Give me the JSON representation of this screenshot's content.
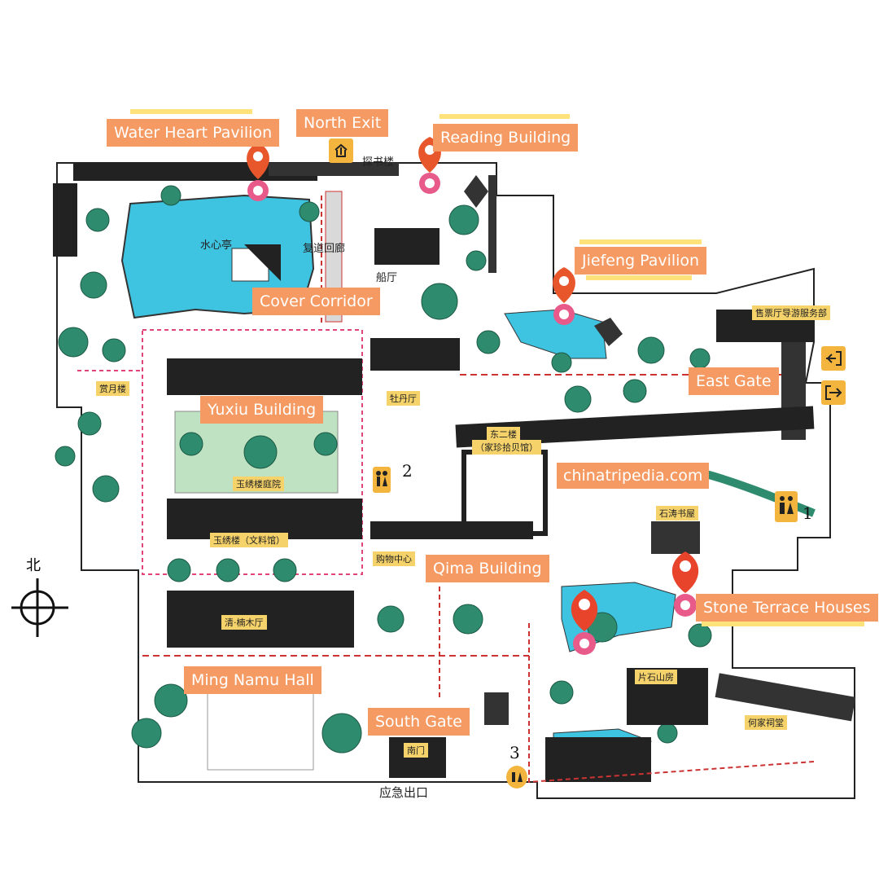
{
  "map": {
    "watermark": "chinatripedia.com",
    "labels": {
      "water_heart_pavilion": "Water Heart Pavilion",
      "north_exit": "North Exit",
      "reading_building": "Reading Building",
      "jiefeng_pavilion": "Jiefeng Pavilion",
      "cover_corridor": "Cover Corridor",
      "east_gate": "East Gate",
      "yuxiu_building": "Yuxiu Building",
      "qima_building": "Qima Building",
      "stone_terrace_houses": "Stone Terrace Houses",
      "ming_namu_hall": "Ming Namu Hall",
      "south_gate": "South Gate"
    },
    "chinese_labels": {
      "shuixin_ting": "水心亭",
      "fudao_huilang": "复道回廊",
      "chuan_ting": "船厅",
      "tanshu_lou": "探书楼",
      "shoupiao": "售票厅导游服务部",
      "mudan_ting": "牡丹厅",
      "hangyue_lou": "赏月楼",
      "yuxiu_courtyard": "玉绣楼庭院",
      "yuxiu_lou": "玉绣楼（文料馆）",
      "dong_er_lou": "东二楼",
      "jiazhen": "（家珍拾贝馆）",
      "gouwu": "购物中心",
      "shitao_shuwu": "石涛书屋",
      "qingnan_ting": "清·楠木厅",
      "pianshi_shanfang": "片石山房",
      "hejia_citang": "何家祠堂",
      "nanmen": "南门",
      "emergency_exit": "应急出口",
      "north_char": "北"
    },
    "numbers": [
      "1",
      "2",
      "3"
    ],
    "colors": {
      "label_bg": "#f59a62",
      "highlight": "#ffe27a",
      "water": "#3ec3e0",
      "tree": "#2e8b6e",
      "pin": "#e8432b",
      "pin_base": "#e85a8a",
      "route": "#e0457b",
      "icon_bg": "#f4b53f"
    },
    "icons": [
      "map-pin-icon",
      "exit-icon",
      "enter-icon",
      "restroom-icon",
      "compass-icon"
    ]
  }
}
